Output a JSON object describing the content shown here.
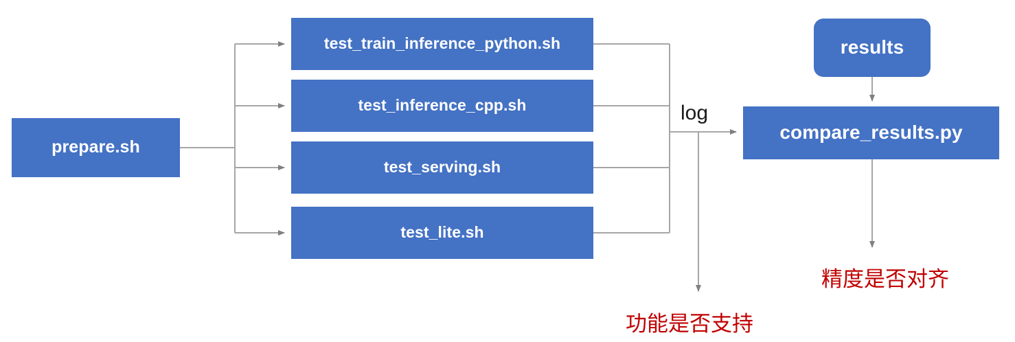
{
  "diagram": {
    "title": "PaddlePaddle TIPC test pipeline flowchart",
    "colors": {
      "node_fill": "#4472C4",
      "node_text": "#FFFFFF",
      "connector": "#A6A6A6",
      "note_text": "#C00000",
      "background": "#FFFFFF"
    },
    "entry": {
      "label": "prepare.sh"
    },
    "scripts": [
      {
        "label": "test_train_inference_python.sh"
      },
      {
        "label": "test_inference_cpp.sh"
      },
      {
        "label": "test_serving.sh"
      },
      {
        "label": "test_lite.sh"
      }
    ],
    "edge_labels": {
      "log": "log"
    },
    "results": {
      "label": "results"
    },
    "compare": {
      "label": "compare_results.py"
    },
    "notes": [
      {
        "label": "功能是否支持"
      },
      {
        "label": "精度是否对齐"
      }
    ]
  }
}
